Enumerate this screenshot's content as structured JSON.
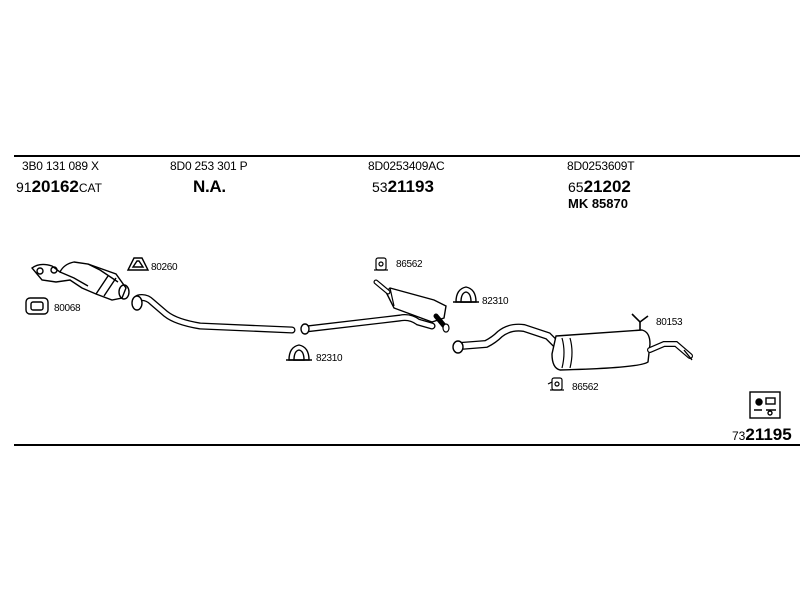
{
  "columns": [
    {
      "oem": "3B0 131 089 X",
      "pn_prefix": "91",
      "pn_main": "20162",
      "pn_suffix": "CAT"
    },
    {
      "oem": "8D0 253 301 P",
      "na": "N.A."
    },
    {
      "oem": "8D0253409AC",
      "pn_prefix": "53",
      "pn_main": "21193"
    },
    {
      "oem": "8D0253609T",
      "pn_prefix": "65",
      "pn_main": "21202",
      "mk": "MK  85870"
    }
  ],
  "labels": {
    "gasket": "80068",
    "ring": "80260",
    "mount_front": "86562",
    "clamp_mid": "82310",
    "clamp_low": "82310",
    "mount_rear": "86562",
    "hanger": "80153"
  },
  "kit": {
    "prefix": "73",
    "main": "21195"
  }
}
